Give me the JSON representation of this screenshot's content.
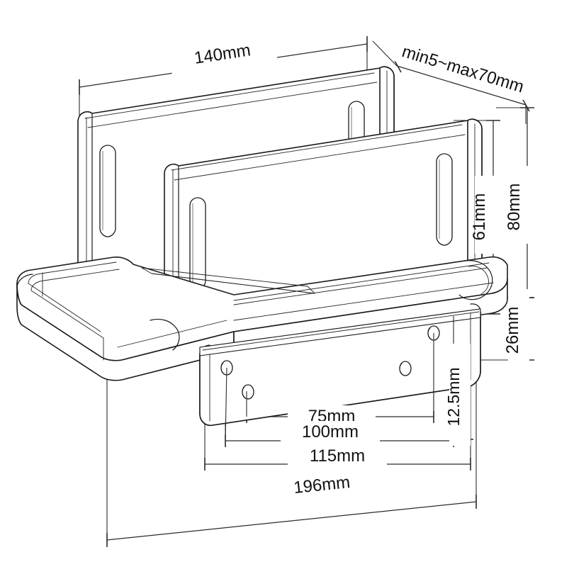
{
  "drawing": {
    "title": "Laptop / Thin-Client Holder Mount — Dimensioned Assembly Drawing",
    "type": "technical-line-drawing",
    "background_color": "#ffffff",
    "line_color": "#1a1a1a",
    "dimension_color": "#2b2b2b",
    "units": "mm",
    "projection": "isometric"
  },
  "dimensions": {
    "width_top": {
      "label": "140mm",
      "value": 140,
      "unit": "mm",
      "orientation": "horizontal-iso",
      "describes": "width of rear holder plate"
    },
    "clamp_range": {
      "label": "min5~max70mm",
      "min": 5,
      "max": 70,
      "unit": "mm",
      "orientation": "diagonal-iso",
      "describes": "adjustable holder gap range"
    },
    "plate_height": {
      "label": "61mm",
      "value": 61,
      "unit": "mm",
      "orientation": "vertical",
      "describes": "height of side holder plate"
    },
    "total_height": {
      "label": "80mm",
      "value": 80,
      "unit": "mm",
      "orientation": "vertical",
      "describes": "overall height above tray"
    },
    "tray_depth": {
      "label": "26mm",
      "value": 26,
      "unit": "mm",
      "orientation": "vertical",
      "describes": "tray / base thickness"
    },
    "vesa_vertical": {
      "label": "12.5mm",
      "value": 12.5,
      "unit": "mm",
      "orientation": "vertical",
      "describes": "vertical hole offset on mounting plate"
    },
    "hole_spacing_75": {
      "label": "75mm",
      "value": 75,
      "unit": "mm",
      "orientation": "horizontal-iso",
      "describes": "VESA 75 hole spacing"
    },
    "hole_spacing_100": {
      "label": "100mm",
      "value": 100,
      "unit": "mm",
      "orientation": "horizontal-iso",
      "describes": "VESA 100 hole spacing"
    },
    "plate_width_115": {
      "label": "115mm",
      "value": 115,
      "unit": "mm",
      "orientation": "horizontal-iso",
      "describes": "mounting plate width"
    },
    "overall_width_196": {
      "label": "196mm",
      "value": 196,
      "unit": "mm",
      "orientation": "horizontal-iso",
      "describes": "overall base width"
    }
  },
  "parts": {
    "rear_plate": {
      "name": "rear-holder-plate",
      "slot_count": 2,
      "slot_shape": "rounded-vertical-slot"
    },
    "front_plate": {
      "name": "front-holder-plate",
      "slot_count": 2,
      "slot_shape": "rounded-vertical-slot"
    },
    "base_tray": {
      "name": "base-tray"
    },
    "mounting_plate": {
      "name": "vesa-mounting-plate",
      "hole_count": 4,
      "hole_shape": "circular"
    }
  }
}
